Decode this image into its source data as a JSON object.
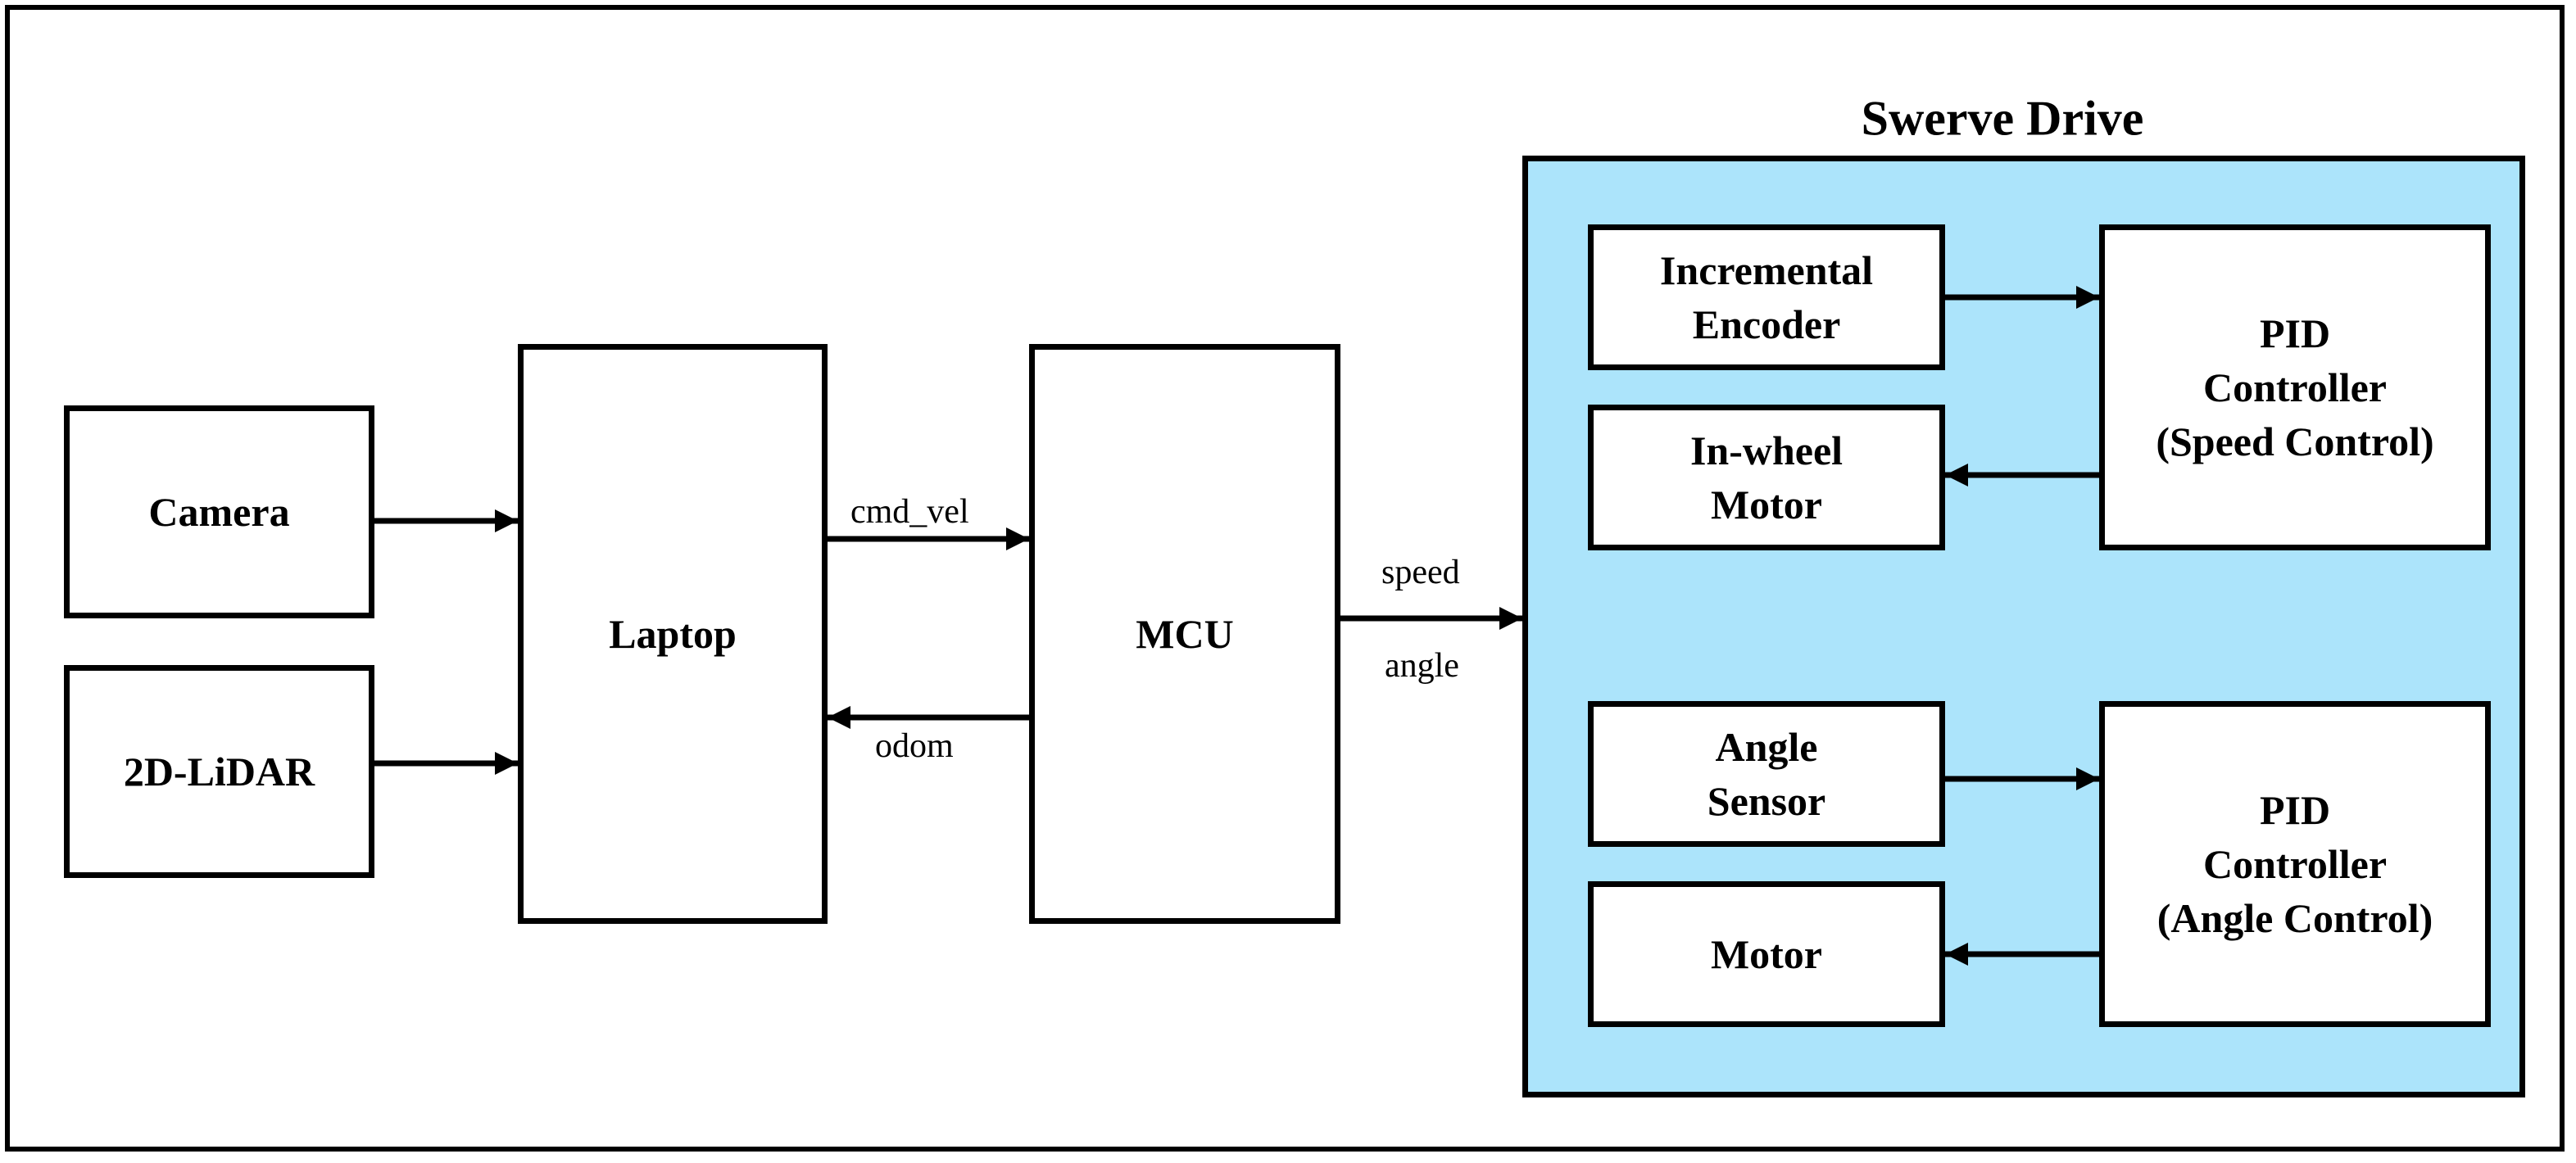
{
  "nodes": {
    "camera": "Camera",
    "lidar": "2D-LiDAR",
    "laptop": "Laptop",
    "mcu": "MCU",
    "incremental_encoder": "Incremental\nEncoder",
    "in_wheel_motor": "In-wheel\nMotor",
    "pid_speed": "PID\nController\n(Speed Control)",
    "angle_sensor": "Angle\nSensor",
    "motor": "Motor",
    "pid_angle": "PID\nController\n(Angle Control)"
  },
  "group": {
    "title": "Swerve Drive",
    "fill_color": "#ace4fb"
  },
  "edge_labels": {
    "cmd_vel": "cmd_vel",
    "odom": "odom",
    "speed": "speed",
    "angle": "angle"
  }
}
